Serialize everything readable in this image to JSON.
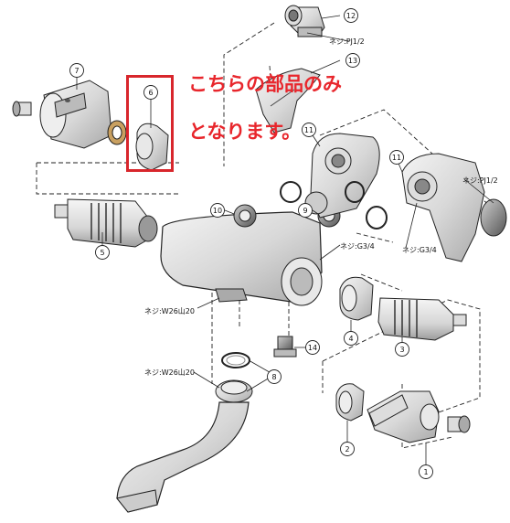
{
  "callout": {
    "line1": "こちらの部品のみ",
    "line2": "となります。",
    "color": "#e8262c"
  },
  "parts": {
    "p1": "1",
    "p2": "2",
    "p3": "3",
    "p4": "4",
    "p5": "5",
    "p6": "6",
    "p7": "7",
    "p8": "8",
    "p9": "9",
    "p10": "10",
    "p11a": "11",
    "p11b": "11",
    "p12": "12",
    "p13": "13",
    "p14": "14"
  },
  "threads": {
    "pj_top": "ネジ:PJ1/2",
    "pj_right": "ネジ:PJ1/2",
    "g34_right": "ネジ:G3/4",
    "g34_mid": "ネジ:G3/4",
    "w26_body": "ネジ:W26山20",
    "w26_spout": "ネジ:W26山20"
  },
  "icons": {
    "highlight": "selected-part-frame",
    "callout_circle": "part-number-circle"
  }
}
